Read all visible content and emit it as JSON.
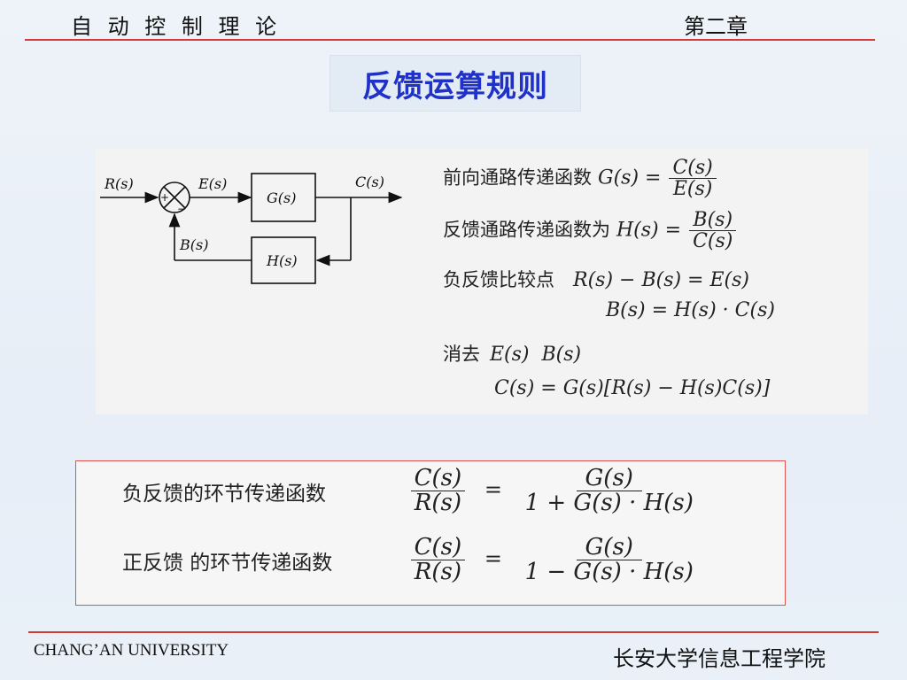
{
  "header": {
    "course": "自 动 控 制 理 论",
    "chapter": "第二章"
  },
  "title": "反馈运算规则",
  "diagram": {
    "input": "R(s)",
    "error": "E(s)",
    "forward_block": "G(s)",
    "output": "C(s)",
    "feedback_signal": "B(s)",
    "feedback_block": "H(s)",
    "sum_plus": "+",
    "sum_minus": "−"
  },
  "formulas": {
    "forward_label": "前向通路传递函数",
    "forward_lhs": "G(s)",
    "forward_eq": "=",
    "forward_num": "C(s)",
    "forward_den": "E(s)",
    "feedback_label": "反馈通路传递函数为",
    "feedback_lhs": "H(s)",
    "feedback_eq": "=",
    "feedback_num": "B(s)",
    "feedback_den": "C(s)",
    "compare_label": "负反馈比较点",
    "compare_eq1": "R(s) − B(s) = E(s)",
    "compare_eq2": "B(s) = H(s) · C(s)",
    "eliminate_label": "消去",
    "eliminate_vars": "E(s)  B(s)",
    "eliminate_eq": "C(s) = G(s)[R(s) − H(s)C(s)]"
  },
  "results": {
    "negative_label": "负反馈的环节传递函数",
    "negative_num": "C(s)",
    "negative_den": "R(s)",
    "negative_eq": "=",
    "negative_rhs_num": "G(s)",
    "negative_rhs_den": "1 + G(s) · H(s)",
    "positive_label": "正反馈 的环节传递函数",
    "positive_num": "C(s)",
    "positive_den": "R(s)",
    "positive_eq": "=",
    "positive_rhs_num": "G(s)",
    "positive_rhs_den": "1 − G(s) · H(s)"
  },
  "footer": {
    "university": "CHANG’AN UNIVERSITY",
    "school": "长安大学信息工程学院"
  },
  "colors": {
    "rule": "#d43a3a",
    "title": "#1f31c8",
    "box_border": "#e0534b"
  }
}
